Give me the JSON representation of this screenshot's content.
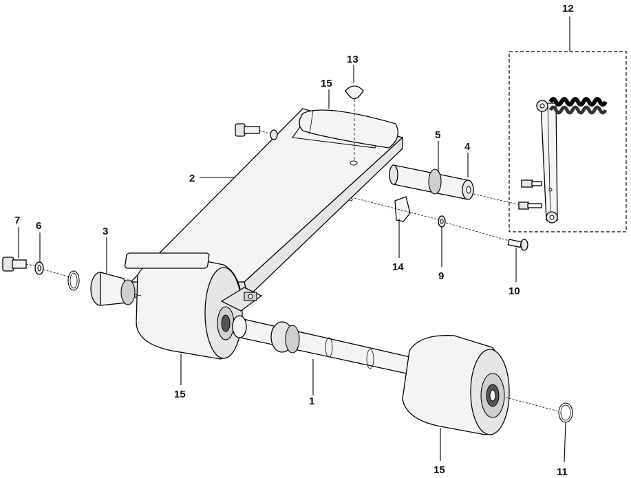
{
  "callouts": {
    "c1": "1",
    "c2": "2",
    "c3": "3",
    "c4": "4",
    "c5": "5",
    "c6": "6",
    "c7": "7",
    "c9": "9",
    "c10": "10",
    "c11": "11",
    "c12": "12",
    "c13": "13",
    "c14": "14",
    "c15a": "15",
    "c15b": "15",
    "c15c": "15"
  }
}
